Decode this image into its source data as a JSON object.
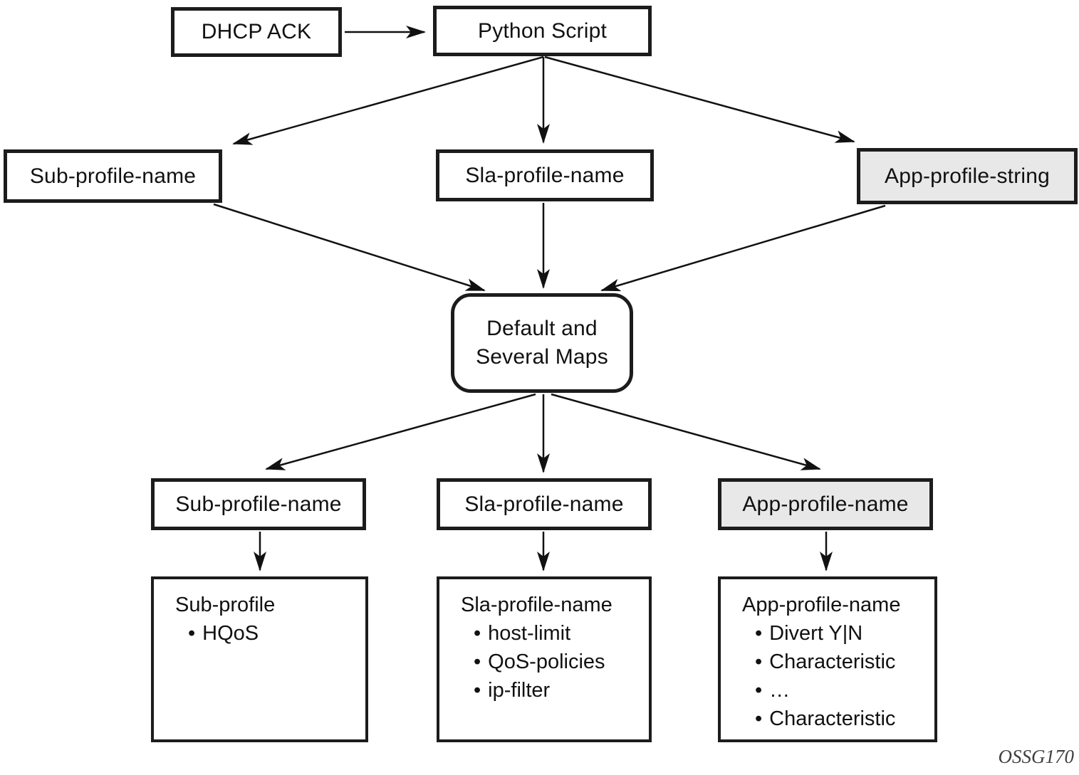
{
  "diagram": {
    "bullet_char": "•",
    "colors": {
      "background": "#ffffff",
      "box_border": "#1c1c1c",
      "box_fill_white": "#ffffff",
      "box_fill_gray": "#e8e8e8",
      "arrow": "#111111",
      "footer_text": "#3f3f3f"
    },
    "nodes": {
      "dhcp_ack": {
        "label": "DHCP ACK"
      },
      "python_script": {
        "label": "Python Script"
      },
      "sub_profile_top": {
        "label": "Sub-profile-name"
      },
      "sla_profile_top": {
        "label": "Sla-profile-name"
      },
      "app_profile_string": {
        "label": "App-profile-string"
      },
      "default_maps": {
        "label_line1": "Default and",
        "label_line2": "Several Maps"
      },
      "sub_profile_mid": {
        "label": "Sub-profile-name"
      },
      "sla_profile_mid": {
        "label": "Sla-profile-name"
      },
      "app_profile_mid": {
        "label": "App-profile-name"
      },
      "sub_profile_detail": {
        "title": "Sub-profile",
        "items": [
          "HQoS"
        ]
      },
      "sla_profile_detail": {
        "title": "Sla-profile-name",
        "items": [
          "host-limit",
          "QoS-policies",
          "ip-filter"
        ]
      },
      "app_profile_detail": {
        "title": "App-profile-name",
        "items": [
          "Divert Y|N",
          "Characteristic",
          "…",
          "Characteristic"
        ]
      }
    },
    "footer": {
      "figure_id": "OSSG170"
    }
  }
}
